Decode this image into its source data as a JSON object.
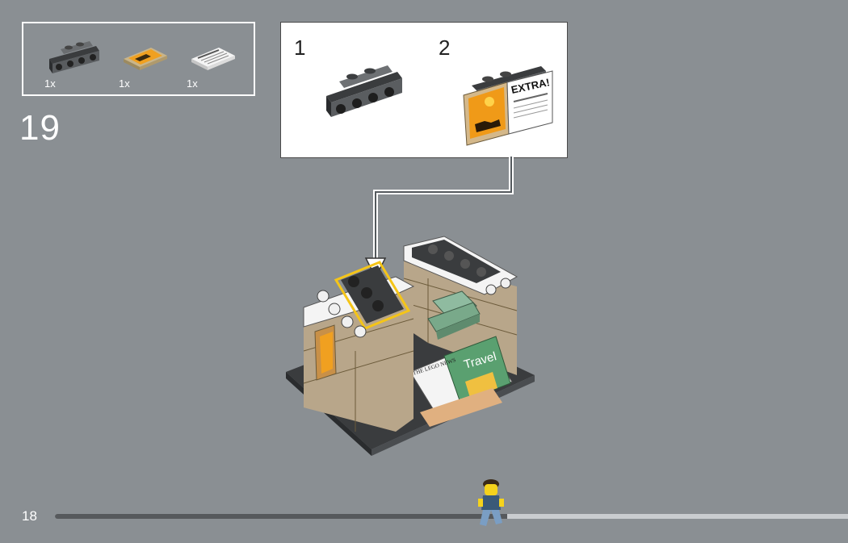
{
  "parts_list": {
    "items": [
      {
        "name": "dark-grey-bracket",
        "qty": "1x"
      },
      {
        "name": "safari-tile",
        "qty": "1x"
      },
      {
        "name": "newspaper-tile",
        "qty": "1x"
      }
    ]
  },
  "step": {
    "number": "19",
    "substeps": [
      "1",
      "2"
    ]
  },
  "prints": {
    "newspaper_headline": "EXTRA!",
    "magazine_title": "Travel",
    "newspaper_masthead": "THE LEGO NEWS"
  },
  "footer": {
    "page_number": "18",
    "progress_percent": 57
  },
  "colors": {
    "background": "#8a8f93",
    "dark_bluish_grey": "#56595c",
    "tan": "#b8a68a",
    "white": "#ffffff",
    "highlight": "#f5c518"
  }
}
